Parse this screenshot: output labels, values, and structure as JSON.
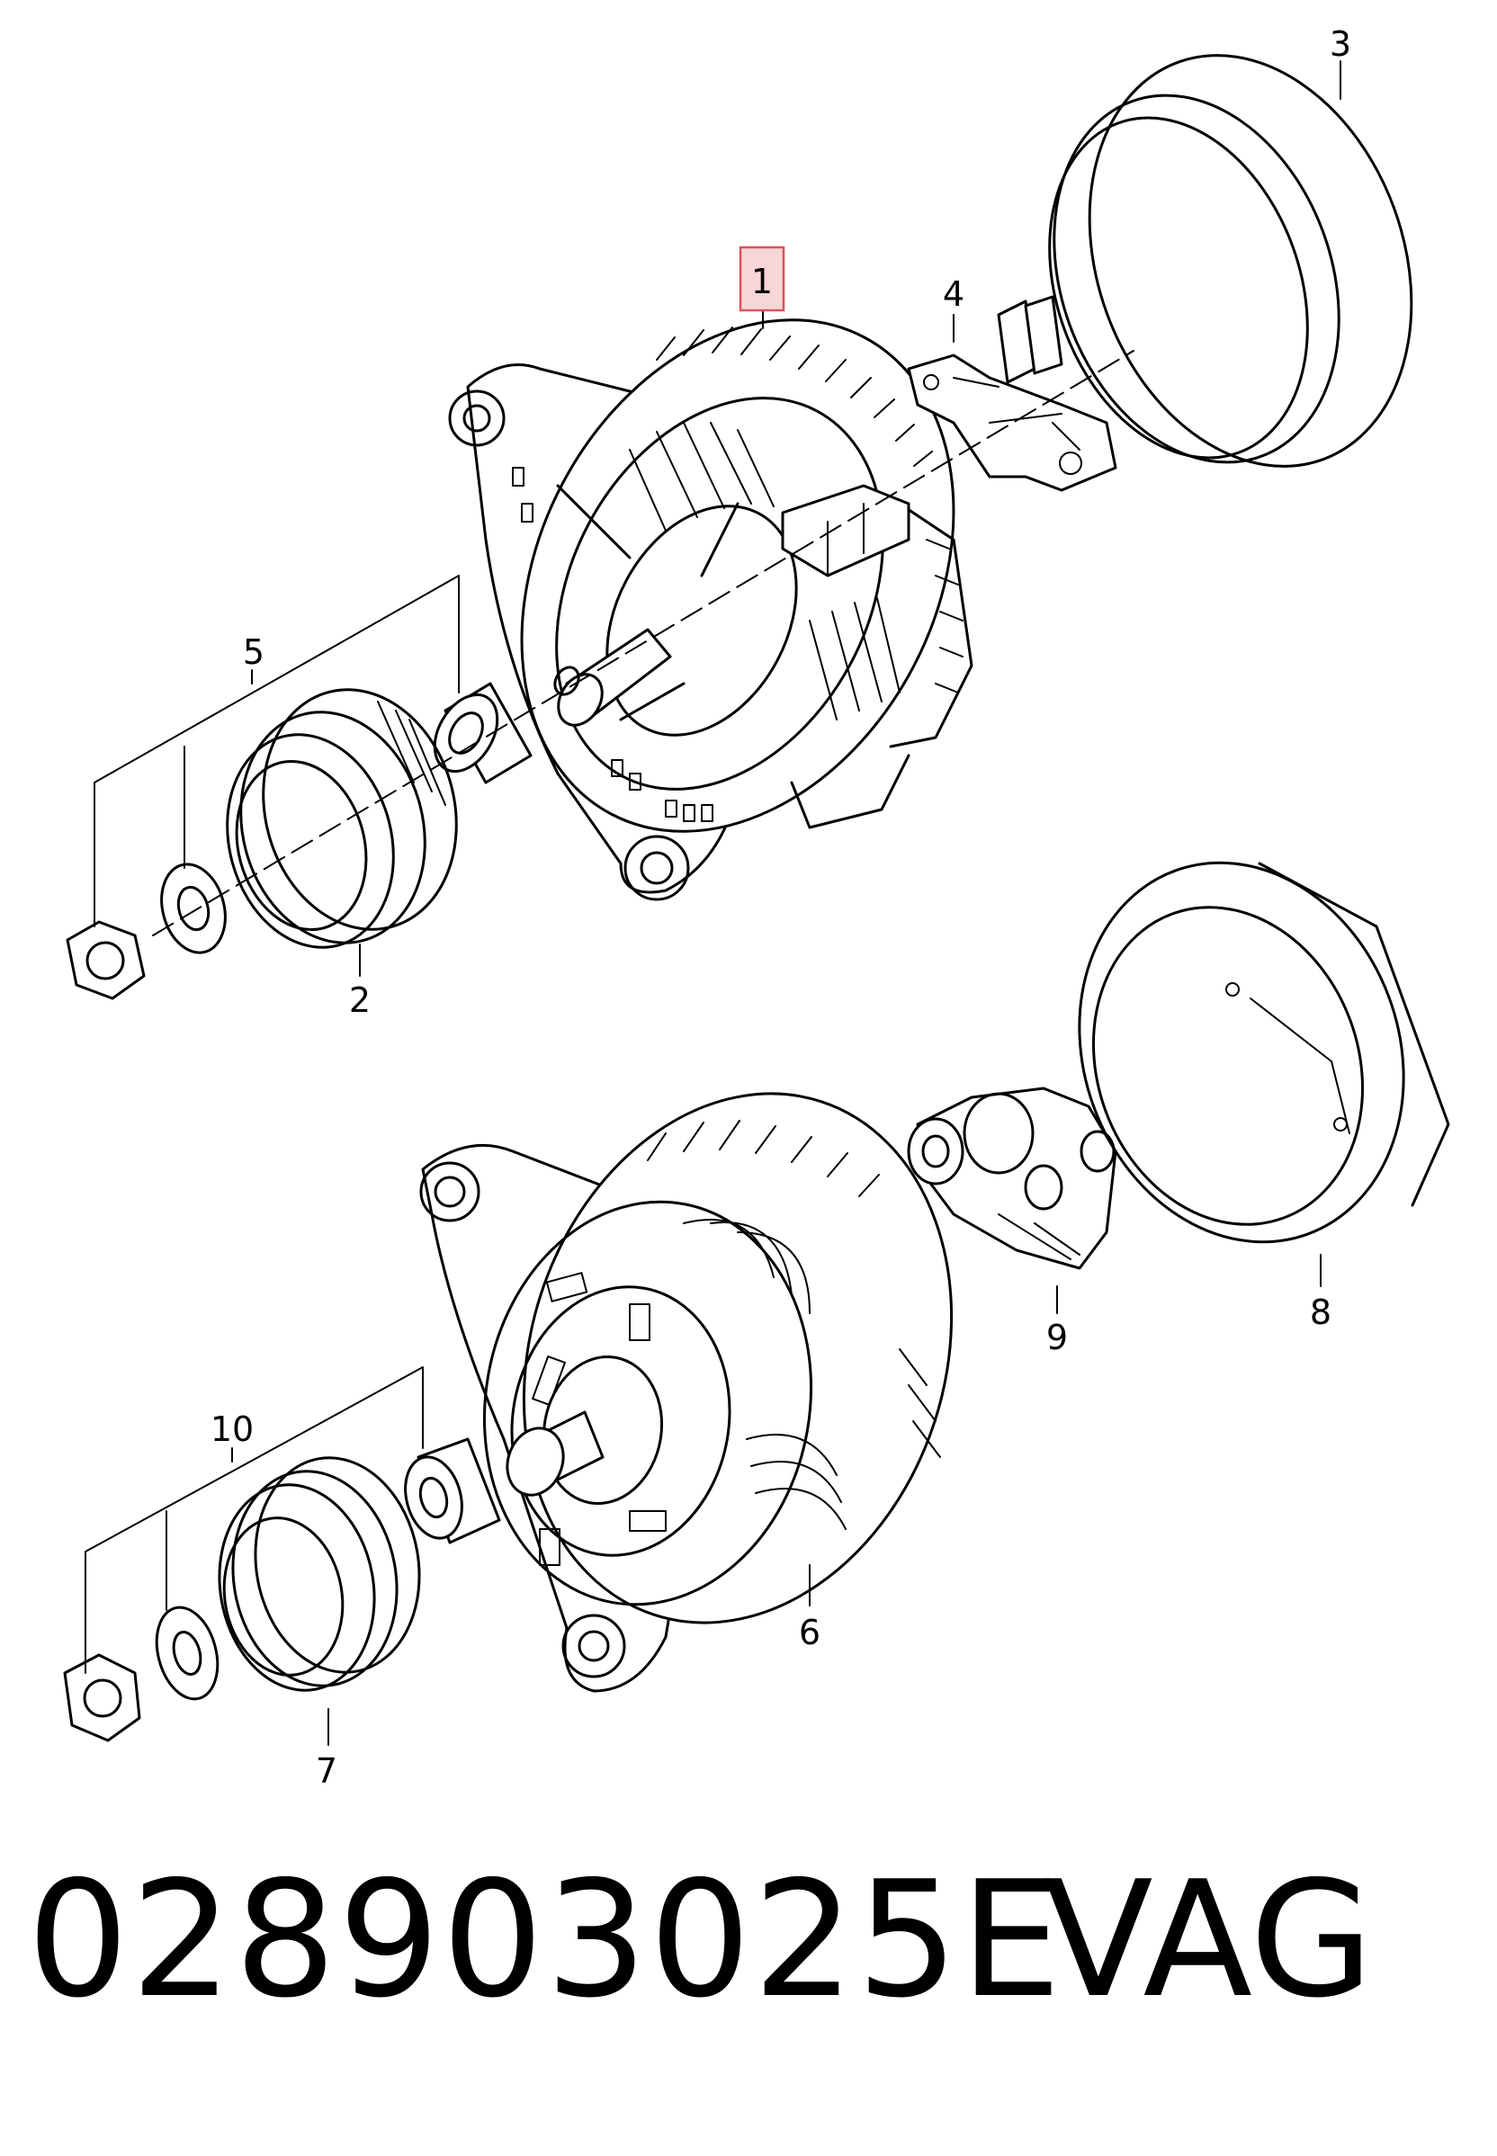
{
  "callouts": {
    "c1": "1",
    "c2": "2",
    "c3": "3",
    "c4": "4",
    "c5": "5",
    "c6": "6",
    "c7": "7",
    "c8": "8",
    "c9": "9",
    "c10": "10"
  },
  "highlight_color": "#f7d6d8",
  "footer": {
    "part_number": "028903025E",
    "brand": "VAG"
  }
}
